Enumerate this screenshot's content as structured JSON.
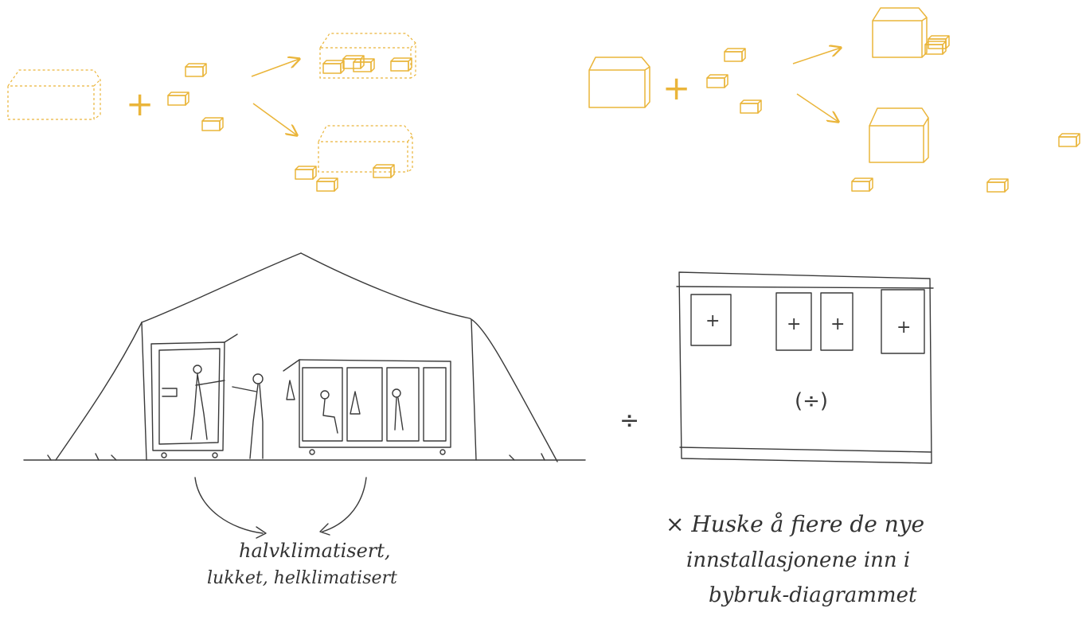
{
  "colors": {
    "accent": "#eab53a",
    "ink": "#3a3a3a",
    "background": "#ffffff"
  },
  "operators": {
    "plus_left": "+",
    "plus_right": "+",
    "divide": "÷",
    "panel_divide": "(÷)",
    "panel_plus": "+"
  },
  "annotations": {
    "climate_line1": "halvklimatisert,",
    "climate_line2": "lukket, helklimatisert",
    "note_line1": "× Huske å fiere de nye",
    "note_line2": "innstallasjonene inn i",
    "note_line3": "bybruk-diagrammet"
  }
}
